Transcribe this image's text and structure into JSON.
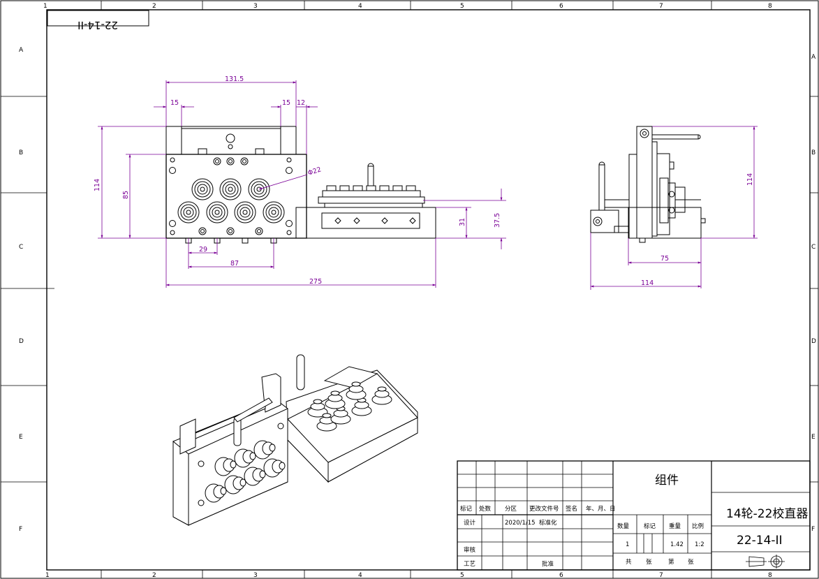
{
  "sheet": {
    "column_labels": [
      "1",
      "2",
      "3",
      "4",
      "5",
      "6",
      "7",
      "8"
    ],
    "row_labels": [
      "A",
      "B",
      "C",
      "D",
      "E",
      "F"
    ],
    "rotated_drawing_no": "22-14-II"
  },
  "dimensions": {
    "front_overall_width": "131.5",
    "front_left_margin": "15",
    "front_right_margin": "15",
    "front_right_small": "12",
    "front_height": "114",
    "front_plate_height": "85",
    "roller_diameter": "Φ22",
    "roller_pitch": "29",
    "roller_span": "87",
    "total_length": "275",
    "base_height": "31",
    "center_height": "37.5",
    "side_height": "114",
    "side_depth": "75",
    "side_total": "114"
  },
  "title_block": {
    "category": "组件",
    "product_name": "14轮-22校直器",
    "drawing_no": "22-14-II",
    "rev_headers": [
      "标记",
      "处数",
      "分区",
      "更改文件号",
      "签名",
      "年、月、日"
    ],
    "design_label": "设计",
    "design_date": "2020/1/15",
    "standardization_label": "标准化",
    "review_label": "审核",
    "process_label": "工艺",
    "approve_label": "批准",
    "qty_header": "数量",
    "mark_header": "标记",
    "weight_header": "重量",
    "scale_header": "比例",
    "qty": "1",
    "weight": "1.42",
    "scale": "1:2",
    "total_sheets_label": "共",
    "sheet_unit": "张",
    "sheet_no_label": "第",
    "sheet_unit2": "张"
  }
}
